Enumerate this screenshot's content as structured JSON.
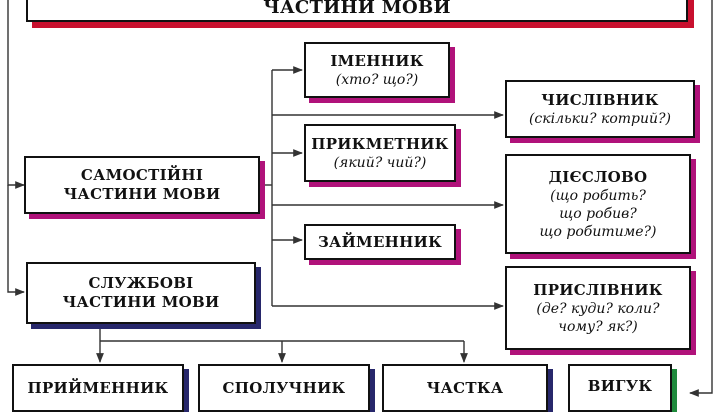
{
  "title": "ЧАСТИНИ МОВИ",
  "independent": {
    "title1": "САМОСТІЙНІ",
    "title2": "ЧАСТИНИ МОВИ"
  },
  "auxiliary": {
    "title1": "СЛУЖБОВІ",
    "title2": "ЧАСТИНИ МОВИ"
  },
  "noun": {
    "title": "ІМЕННИК",
    "question": "(хто? що?)"
  },
  "adjective": {
    "title": "ПРИКМЕТНИК",
    "question": "(який? чий?)"
  },
  "pronoun": {
    "title": "ЗАЙМЕННИК"
  },
  "numeral": {
    "title": "ЧИСЛІВНИК",
    "question": "(скільки? котрий?)"
  },
  "verb": {
    "title": "ДІЄСЛОВО",
    "q1": "(що робить?",
    "q2": "що робив?",
    "q3": "що робитиме?)"
  },
  "adverb": {
    "title": "ПРИСЛІВНИК",
    "q1": "(де? куди? коли?",
    "q2": "чому? як?)"
  },
  "preposition": {
    "title": "ПРИЙМЕННИК"
  },
  "conjunction": {
    "title": "СПОЛУЧНИК"
  },
  "particle": {
    "title": "ЧАСТКА"
  },
  "interjection": {
    "title": "ВИГУК"
  },
  "colors": {
    "red": "#c8102e",
    "magenta": "#b0127a",
    "navy": "#27276b",
    "green": "#1f8a3c"
  }
}
